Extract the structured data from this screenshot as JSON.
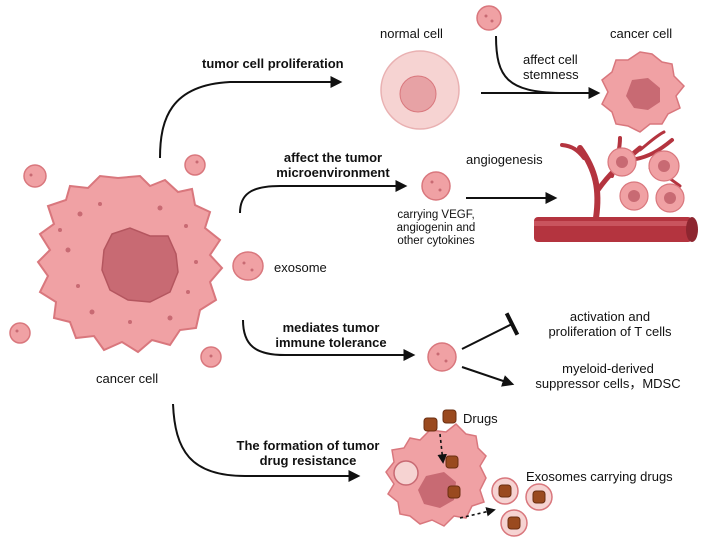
{
  "labels": {
    "cancer_cell_main": "cancer cell",
    "exosome": "exosome",
    "tumor_proliferation": "tumor cell proliferation",
    "normal_cell": "normal cell",
    "cancer_cell_top": "cancer cell",
    "affect_stemness": "affect cell\nstemness",
    "affect_microenvironment": "affect the tumor\nmicroenvironment",
    "angiogenesis": "angiogenesis",
    "carrying_vegf": "carrying VEGF,\nangiogenin and\nother cytokines",
    "immune_tolerance": "mediates tumor\nimmune tolerance",
    "t_cells": "activation and\nproliferation of T cells",
    "mdsc": "myeloid-derived\nsuppressor cells，MDSC",
    "drug_resistance": "The formation of tumor\ndrug resistance",
    "drugs": "Drugs",
    "exosomes_drugs": "Exosomes carrying drugs"
  },
  "colors": {
    "cell_fill": "#f0a1a4",
    "cell_stroke": "#d9777d",
    "nucleus": "#c86a73",
    "normal_cell": "#f6d3d2",
    "vessel": "#b4343f",
    "drug": "#9a4a1f",
    "arrow": "#111111"
  }
}
